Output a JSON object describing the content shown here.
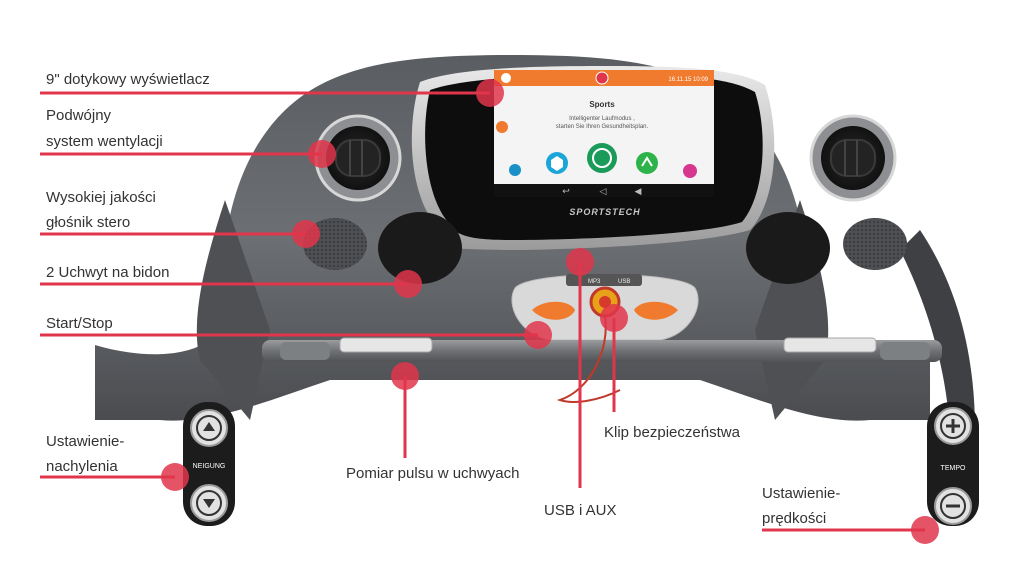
{
  "accent_color": "#e0354b",
  "labels": {
    "display": "9\" dotykowy wyświetlacz",
    "ventilation_line1": "Podwójny",
    "ventilation_line2": "system wentylacji",
    "speaker_line1": "Wysokiej jakości",
    "speaker_line2": "głośnik stero",
    "bottle": "2 Uchwyt na bidon",
    "startstop": "Start/Stop",
    "incline_line1": "Ustawienie-",
    "incline_line2": "nachylenia",
    "pulse": "Pomiar pulsu w uchwyach",
    "usb": "USB i AUX",
    "clip": "Klip bezpieczeństwa",
    "speed_line1": "Ustawienie-",
    "speed_line2": "prędkości"
  },
  "screen": {
    "datetime": "16.11.15 10:09",
    "title": "Sports",
    "subtitle_line1": "Intelligenter Laufmodus ,",
    "subtitle_line2": "starten Sie Ihren Gesundheitsplan.",
    "brand": "SPORTSTECH",
    "app_icons": [
      "settings-icon",
      "hexagon-icon",
      "soccer-ball-icon",
      "runner-icon",
      "calendar-icon"
    ],
    "nav_icons": [
      "back-icon",
      "volume-down-icon",
      "volume-up-icon"
    ]
  },
  "console": {
    "port_usb": "USB",
    "port_mp3": "MP3"
  },
  "controls": {
    "incline_label": "NEIGUNG",
    "speed_label": "TEMPO"
  }
}
